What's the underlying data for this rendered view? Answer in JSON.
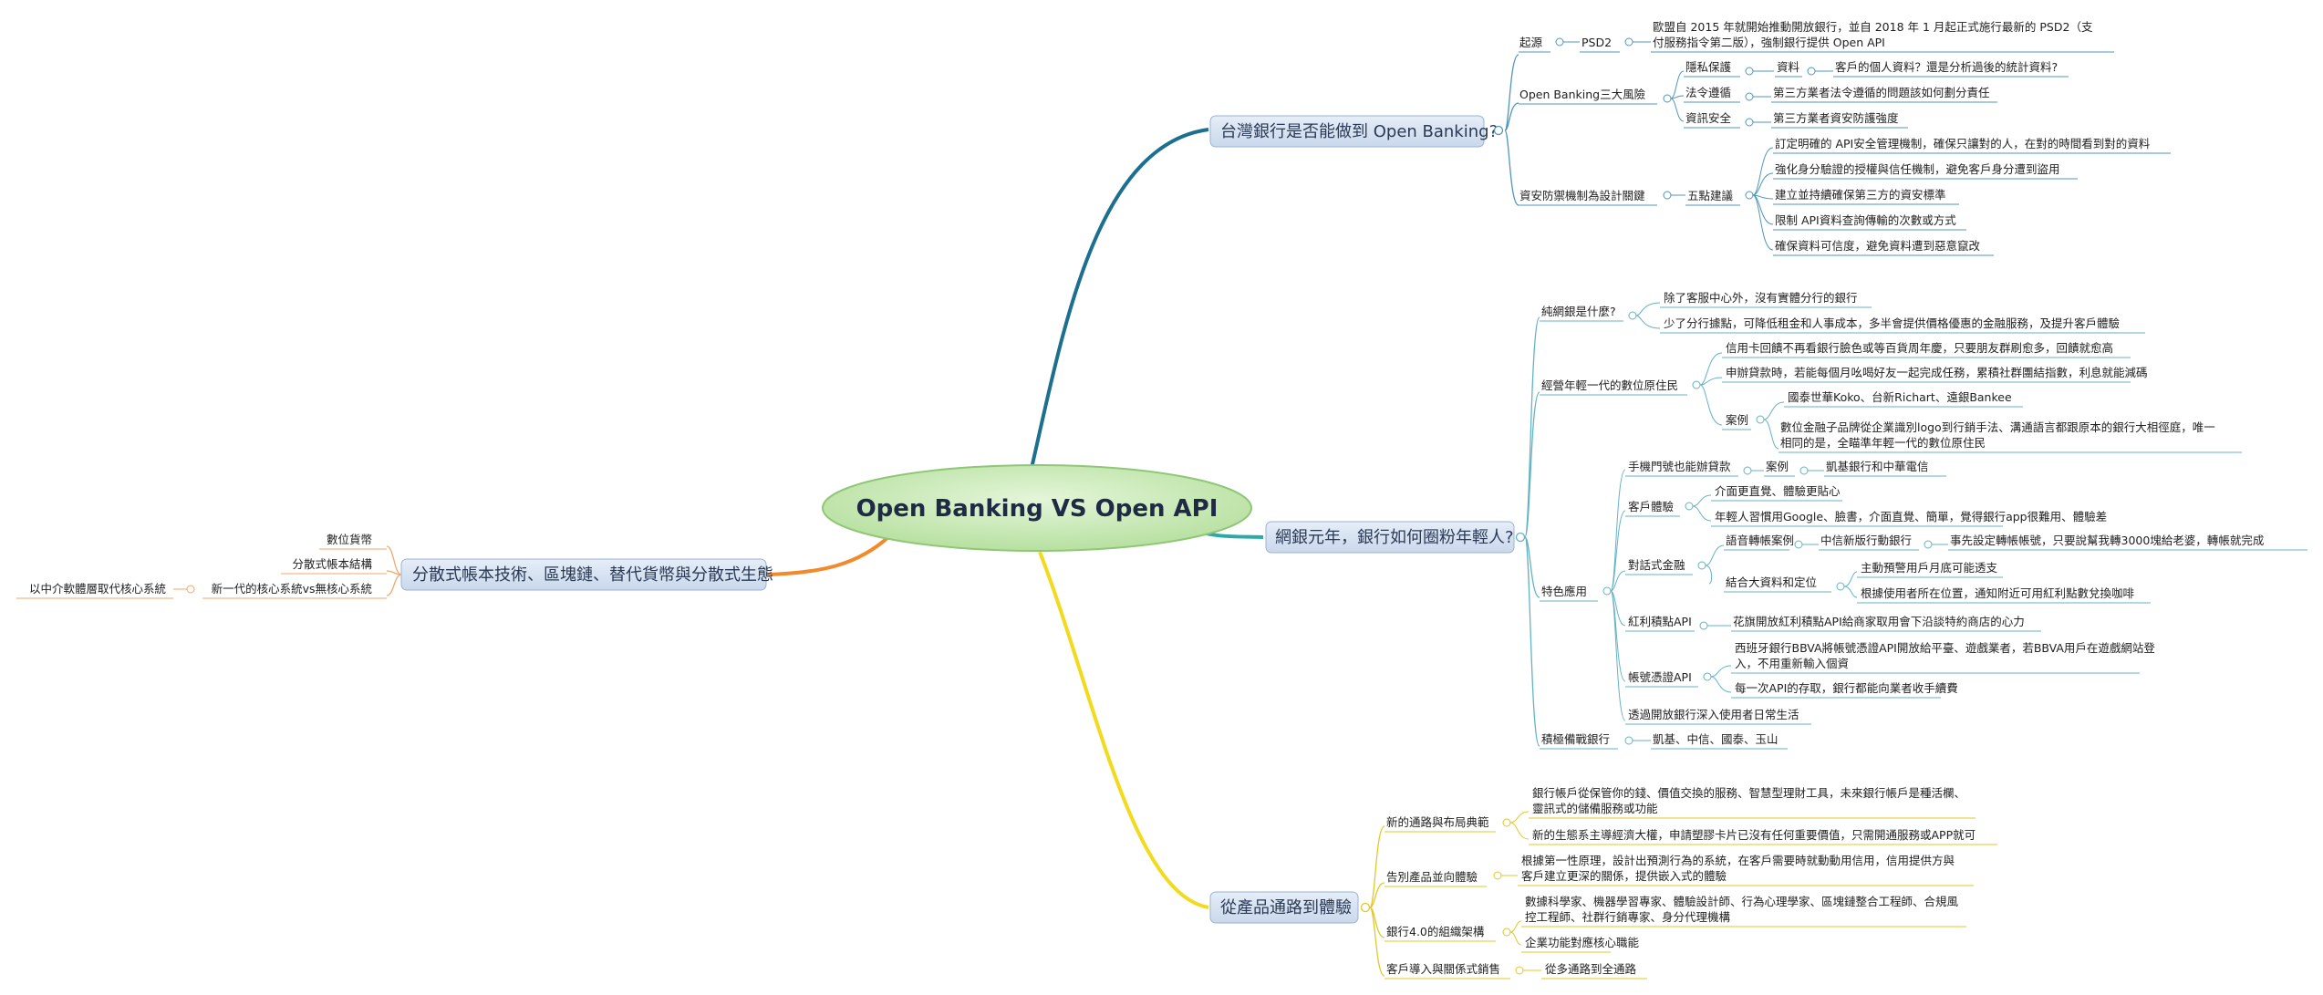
{
  "mindmap": {
    "center": "Open Banking VS Open API",
    "branches": {
      "b1": {
        "title": "台灣銀行是否能做到 Open Banking?",
        "origin": "起源",
        "psd2": "PSD2",
        "psd2_desc_1": "歐盟自 2015 年就開始推動開放銀行，並自 2018 年 1 月起正式施行最新的 PSD2（支",
        "psd2_desc_2": "付服務指令第二版），強制銀行提供 Open API",
        "risks": "Open Banking三大風險",
        "privacy": "隱私保護",
        "data": "資料",
        "data_q": "客戶的個人資料？還是分析過後的統計資料?",
        "law": "法令遵循",
        "law_d": "第三方業者法令遵循的問題該如何劃分責任",
        "security": "資訊安全",
        "security_d": "第三方業者資安防護強度",
        "mechanism": "資安防禦機制為設計關鍵",
        "five": "五點建議",
        "s1": "訂定明確的 API安全管理機制，確保只讓對的人，在對的時間看到對的資料",
        "s2": "強化身分驗證的授權與信任機制，避免客戶身分遭到盜用",
        "s3": "建立並持續確保第三方的資安標準",
        "s4": "限制 API資料查詢傳輸的次數或方式",
        "s5": "確保資料可信度，避免資料遭到惡意竄改"
      },
      "b2": {
        "title": "網銀元年，銀行如何圈粉年輕人?",
        "pure": "純網銀是什麼?",
        "pure_1": "除了客服中心外，沒有實體分行的銀行",
        "pure_2": "少了分行據點，可降低租金和人事成本，多半會提供價格優惠的金融服務，及提升客戶體驗",
        "young": "經營年輕一代的數位原住民",
        "young_1": "信用卡回饋不再看銀行臉色或等百貨周年慶，只要朋友群刷愈多，回饋就愈高",
        "young_2": "申辦貸款時，若能每個月吆喝好友一起完成任務，累積社群團結指數，利息就能減碼",
        "case": "案例",
        "case_1": "國泰世華Koko、台新Richart、遠銀Bankee",
        "case_2a": "數位金融子品牌從企業識別logo到行銷手法、溝通語言都跟原本的銀行大相徑庭，唯一",
        "case_2b": "相同的是，全瞄準年輕一代的數位原住民",
        "feature": "特色應用",
        "phone": "手機門號也能辦貸款",
        "phone_case": "案例",
        "phone_case_d": "凱基銀行和中華電信",
        "cx": "客戶體驗",
        "cx_1": "介面更直覺、體驗更貼心",
        "cx_2": "年輕人習慣用Google、臉書，介面直覺、簡單，覺得銀行app很難用、體驗差",
        "chat": "對話式金融",
        "voice": "語音轉帳案例",
        "voice_bank": "中信新版行動銀行",
        "voice_d": "事先設定轉帳帳號，只要說幫我轉3000塊給老婆，轉帳就完成",
        "bigdata": "結合大資料和定位",
        "bigdata_1": "主動預警用戶月底可能透支",
        "bigdata_2": "根據使用者所在位置，通知附近可用紅利點數兌換咖啡",
        "reward": "紅利積點API",
        "reward_d": "花旗開放紅利積點API給商家取用會下沿談特約商店的心力",
        "account": "帳號憑證API",
        "account_1a": "西班牙銀行BBVA將帳號憑證API開放給平臺、遊戲業者，若BBVA用戶在遊戲網站登",
        "account_1b": "入，不用重新輸入個資",
        "account_2": "每一次API的存取，銀行都能向業者收手續費",
        "daily": "透過開放銀行深入使用者日常生活",
        "prep": "積極備戰銀行",
        "prep_d": "凱基、中信、國泰、玉山"
      },
      "b3": {
        "title": "從產品通路到體驗",
        "channel": "新的通路與布局典範",
        "channel_1a": "銀行帳戶從保管你的錢、價值交換的服務、智慧型理財工具，未來銀行帳戶是種活欄、",
        "channel_1b": "靈訊式的儲備服務或功能",
        "channel_2": "新的生態系主導經濟大權，申請塑膠卡片已沒有任何重要價值，只需開通服務或APP就可",
        "farewell": "告別產品並向體驗",
        "farewell_1a": "根據第一性原理，設計出預測行為的系統，在客戶需要時就動動用信用，信用提供方與",
        "farewell_1b": "客戶建立更深的關係，提供嵌入式的體驗",
        "org": "銀行4.0的組織架構",
        "org_1a": "數據科學家、機器學習專家、體驗設計師、行為心理學家、區塊鏈整合工程師、合規風",
        "org_1b": "控工程師、社群行銷專家、身分代理機構",
        "org_2": "企業功能對應核心職能",
        "relation": "客戶導入與關係式銷售",
        "relation_d": "從多通路到全通路"
      },
      "b4": {
        "title": "分散式帳本技術、區塊鏈、替代貨幣與分散式生態",
        "crypto": "數位貨幣",
        "ledger": "分散式帳本結構",
        "core": "新一代的核心系統vs無核心系統",
        "core_d": "以中介軟體層取代核心系統"
      }
    },
    "colors": {
      "branch1": "#1d6f8f",
      "branch2": "#2aa9a6",
      "branch3": "#f2da1c",
      "branch4": "#f08a2a",
      "sub1": "#4f96b8",
      "sub2": "#64b3c4",
      "sub3": "#e2c828",
      "sub4": "#f1a86b",
      "center_fill": "#c9ebb6",
      "topic_fill": "#d7e4f3"
    }
  }
}
